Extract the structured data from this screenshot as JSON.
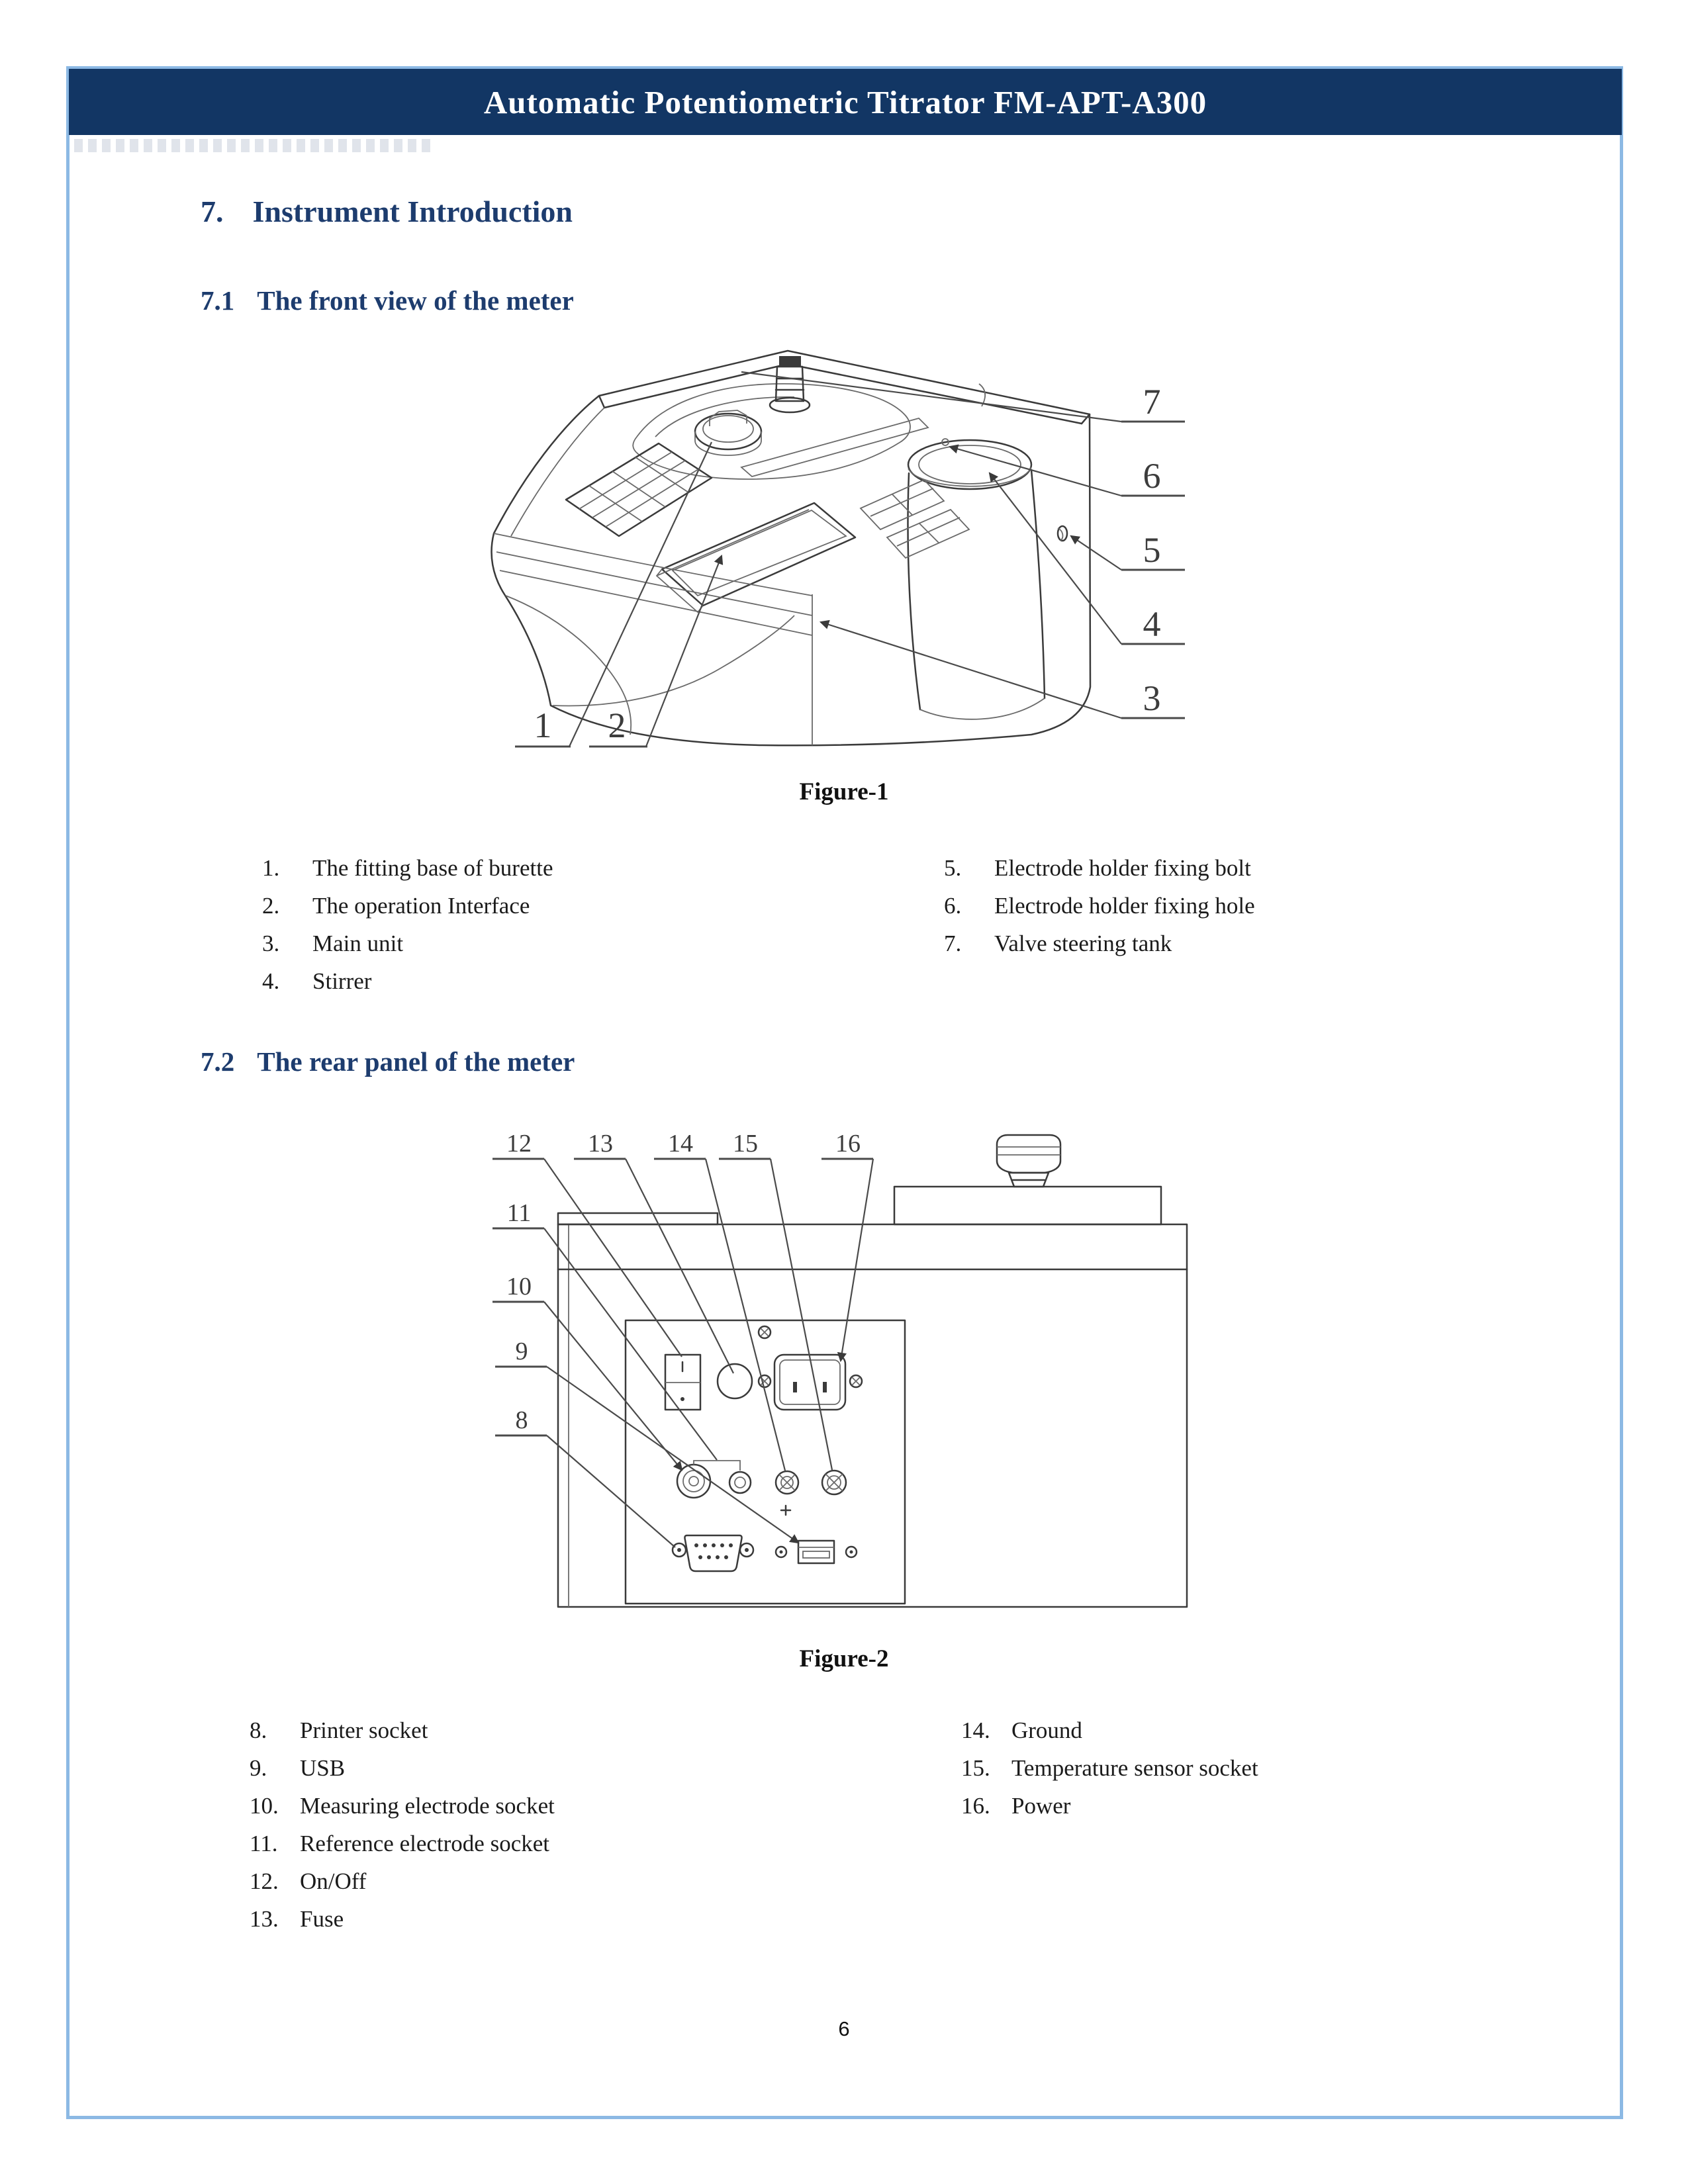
{
  "colors": {
    "header_bar": "#123664",
    "heading_text": "#1d3c6e",
    "border_blue": "#8cb9e4",
    "body_text": "#1b1b1b",
    "drawing_line": "#3a3a3a"
  },
  "header": {
    "title": "Automatic Potentiometric Titrator FM-APT-A300"
  },
  "sections": {
    "main": {
      "number": "7.",
      "title": "Instrument Introduction"
    },
    "sub1": {
      "number": "7.1",
      "title": "The front view of the meter"
    },
    "sub2": {
      "number": "7.2",
      "title": "The rear panel of the meter"
    }
  },
  "figure1": {
    "caption": "Figure-1",
    "callouts": [
      "1",
      "2",
      "3",
      "4",
      "5",
      "6",
      "7"
    ],
    "legend_left": [
      {
        "num": "1.",
        "label": "The fitting base of burette"
      },
      {
        "num": "2.",
        "label": "The operation Interface"
      },
      {
        "num": "3.",
        "label": "Main unit"
      },
      {
        "num": "4.",
        "label": "Stirrer"
      }
    ],
    "legend_right": [
      {
        "num": "5.",
        "label": "Electrode holder fixing bolt"
      },
      {
        "num": "6.",
        "label": "Electrode holder fixing hole"
      },
      {
        "num": "7.",
        "label": "Valve steering tank"
      }
    ]
  },
  "figure2": {
    "caption": "Figure-2",
    "callouts": [
      "8",
      "9",
      "10",
      "11",
      "12",
      "13",
      "14",
      "15",
      "16"
    ],
    "legend_left": [
      {
        "num": "8.",
        "label": "Printer socket"
      },
      {
        "num": "9.",
        "label": "USB"
      },
      {
        "num": "10.",
        "label": "Measuring electrode socket"
      },
      {
        "num": "11.",
        "label": "Reference electrode socket"
      },
      {
        "num": "12.",
        "label": "On/Off"
      },
      {
        "num": "13.",
        "label": "Fuse"
      }
    ],
    "legend_right": [
      {
        "num": "14.",
        "label": "Ground"
      },
      {
        "num": "15.",
        "label": "Temperature sensor socket"
      },
      {
        "num": "16.",
        "label": "Power"
      }
    ]
  },
  "footer": {
    "page_number": "6"
  }
}
